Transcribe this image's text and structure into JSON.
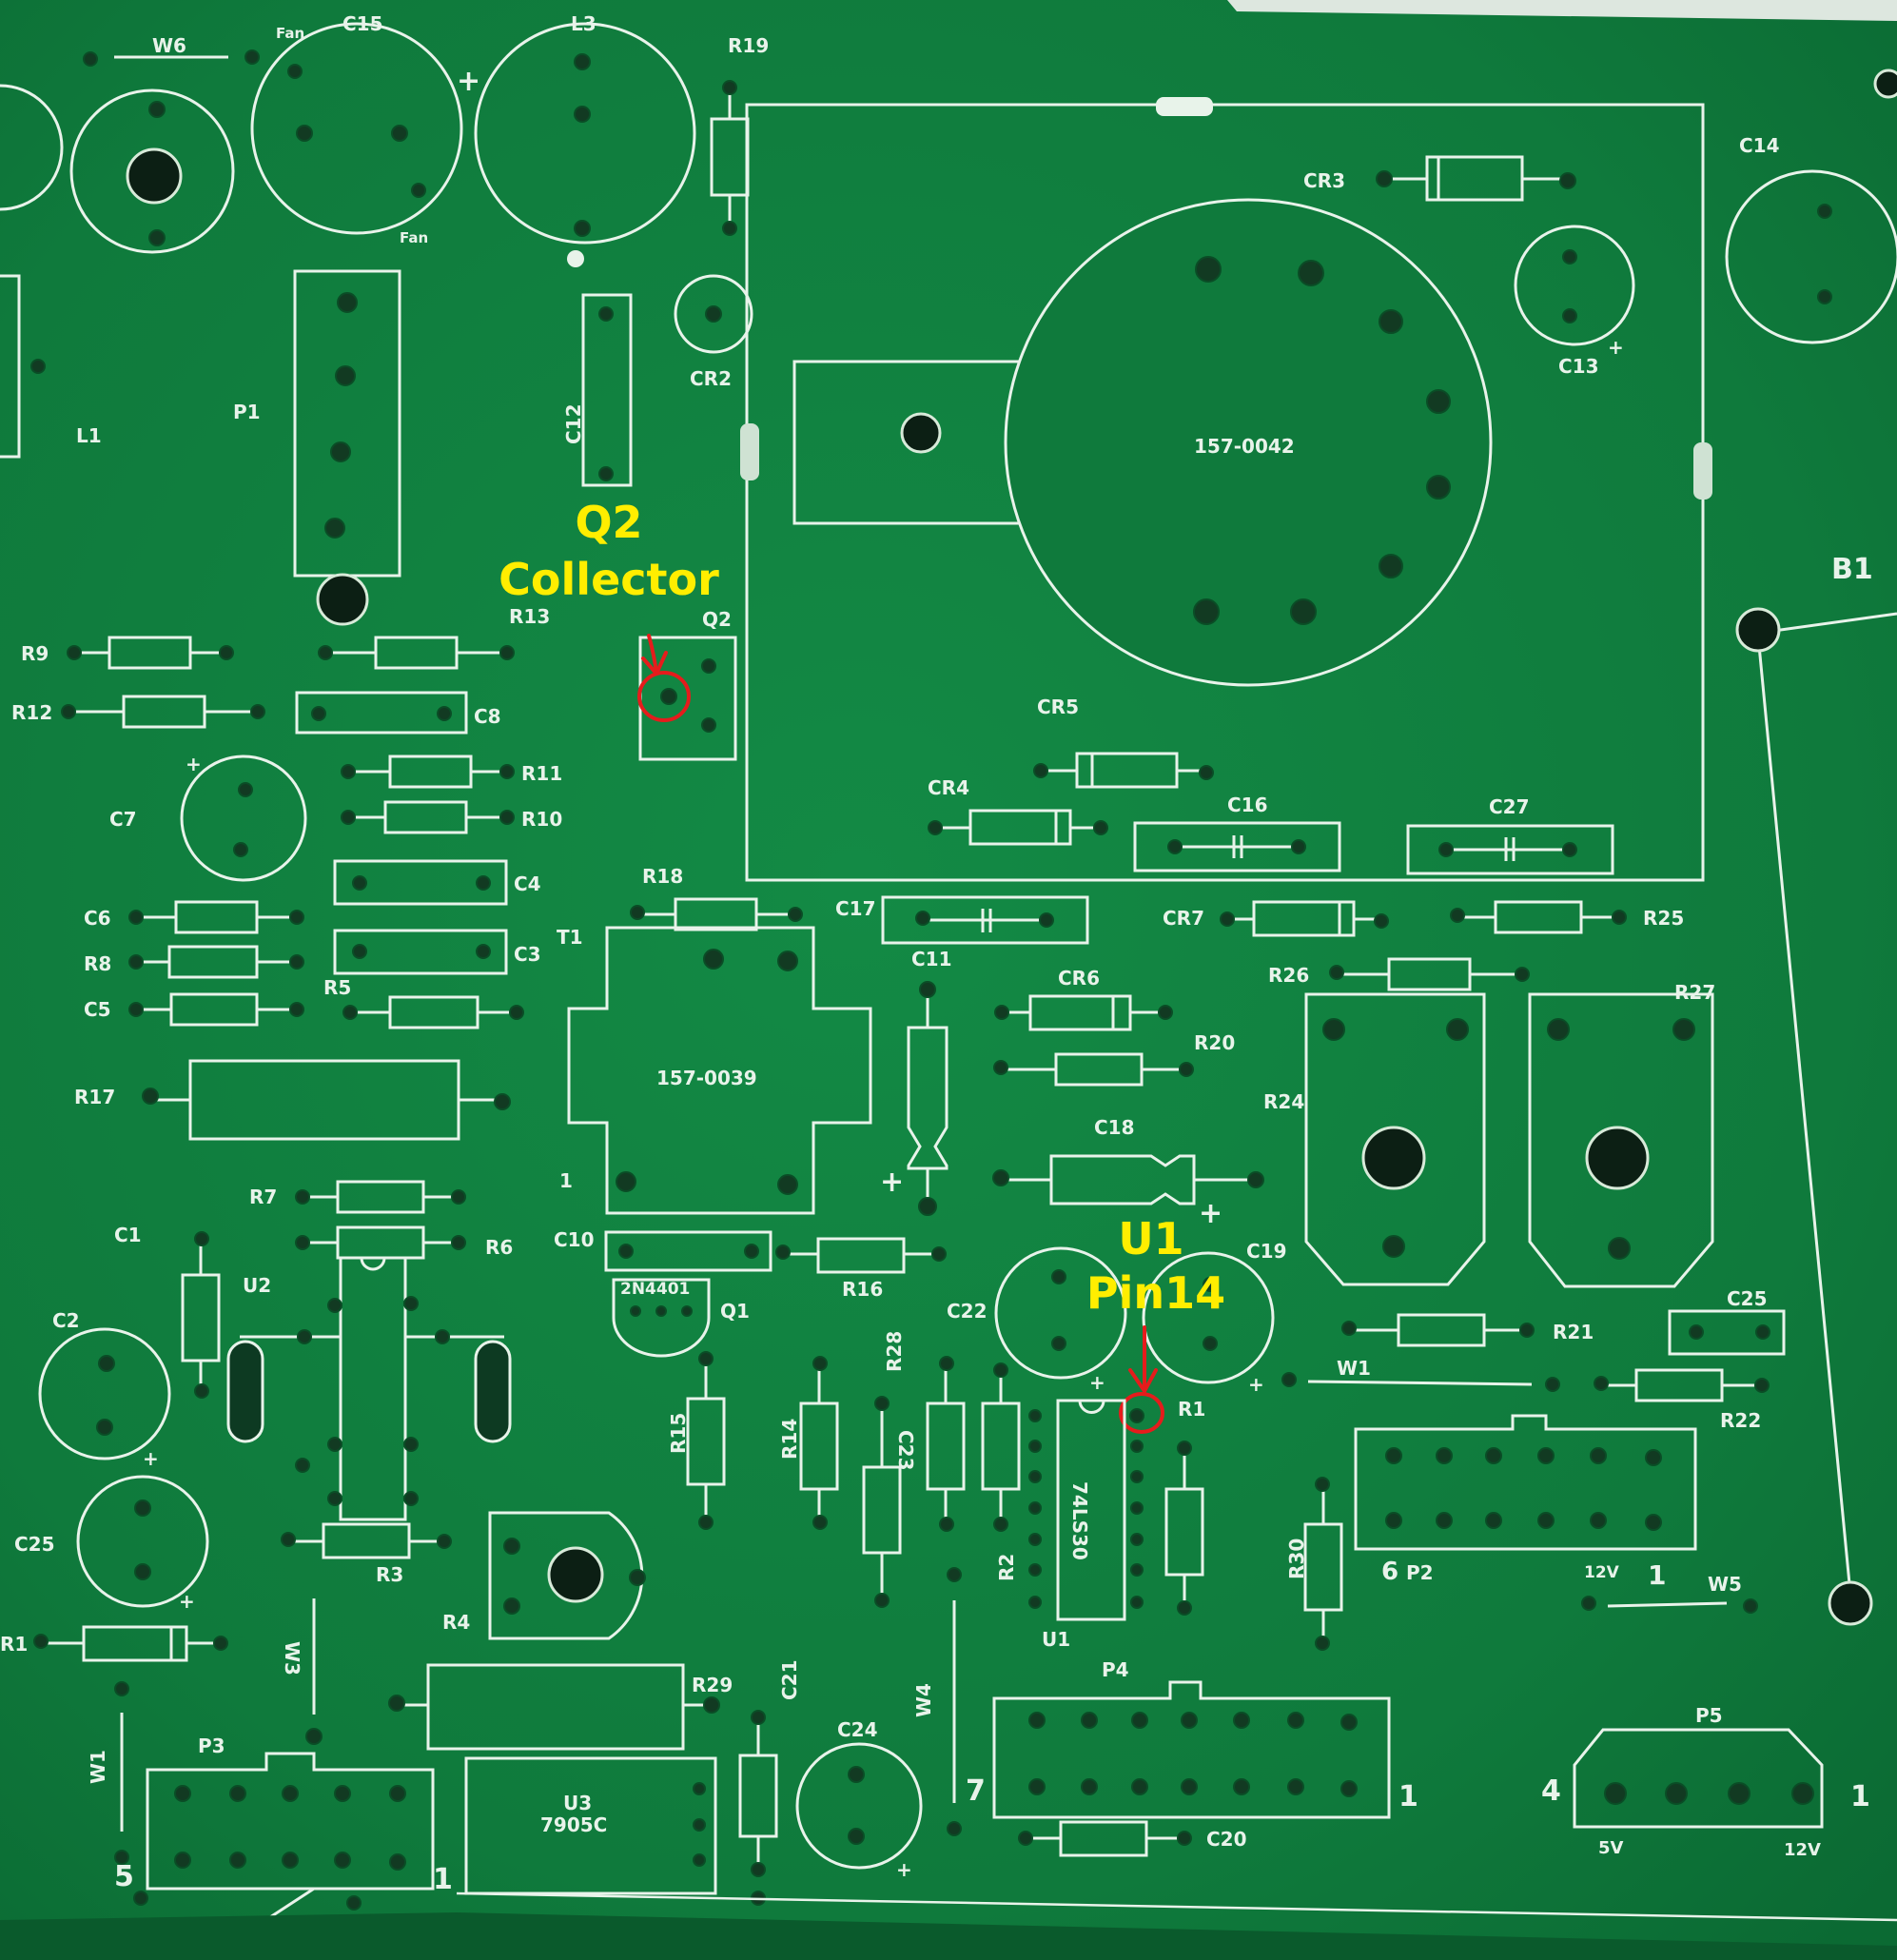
{
  "annotations": {
    "q2_line1": "Q2",
    "q2_line2": "Collector",
    "u1_line1": "U1",
    "u1_line2": "Pin14"
  },
  "silkscreen": {
    "w6": "W6",
    "fan1": "Fan",
    "c15": "C15",
    "l3": "L3",
    "r19": "R19",
    "fan2": "Fan",
    "cr3": "CR3",
    "c14": "C14",
    "c13": "C13",
    "cr2": "CR2",
    "c12": "C12",
    "p1": "P1",
    "l1": "L1",
    "u157_0042": "157-0042",
    "b1": "B1",
    "r9": "R9",
    "r13": "R13",
    "q2": "Q2",
    "r12": "R12",
    "c8": "C8",
    "cr5": "CR5",
    "r11": "R11",
    "r10": "R10",
    "c7": "C7",
    "cr4": "CR4",
    "c16": "C16",
    "c27": "C27",
    "c4": "C4",
    "r18": "R18",
    "c17": "C17",
    "cr7": "CR7",
    "r25": "R25",
    "c6": "C6",
    "r8": "R8",
    "t1": "T1",
    "c3": "C3",
    "c11": "C11",
    "cr6": "CR6",
    "r26": "R26",
    "r27": "R27",
    "c5": "C5",
    "r5": "R5",
    "r20": "R20",
    "u157_0039": "157-0039",
    "r17": "R17",
    "r24": "R24",
    "c18": "C18",
    "pin1": "1",
    "r7": "R7",
    "c1": "C1",
    "r6": "R6",
    "c10": "C10",
    "u2": "U2",
    "r16": "R16",
    "c19": "C19",
    "q1_part": "2N4401",
    "q1": "Q1",
    "c22": "C22",
    "c25a": "C25",
    "c2": "C2",
    "r21": "R21",
    "w1a": "W1",
    "r22": "R22",
    "r15": "R15",
    "r14": "R14",
    "r28": "R28",
    "c23": "C23",
    "r1a": "R1",
    "u1_part": "74LS30",
    "c25b": "C25",
    "r3": "R3",
    "r2": "R2",
    "r30": "R30",
    "p2_pin": "6",
    "p2": "P2",
    "p2_v": "12V",
    "p2_one": "1",
    "w5": "W5",
    "r1b": "R1",
    "r4": "R4",
    "u1": "U1",
    "w3": "W3",
    "p4": "P4",
    "r29": "R29",
    "c21": "C21",
    "p5": "P5",
    "c24": "C24",
    "w4": "W4",
    "w1b": "W1",
    "p3": "P3",
    "u3": "U3",
    "u3_part": "7905C",
    "p4_seven": "7",
    "p4_one": "1",
    "p5_four": "4",
    "p5_one": "1",
    "c20": "C20",
    "p5_5v": "5V",
    "p5_12v": "12V",
    "p3_five": "5",
    "p3_one": "1"
  }
}
